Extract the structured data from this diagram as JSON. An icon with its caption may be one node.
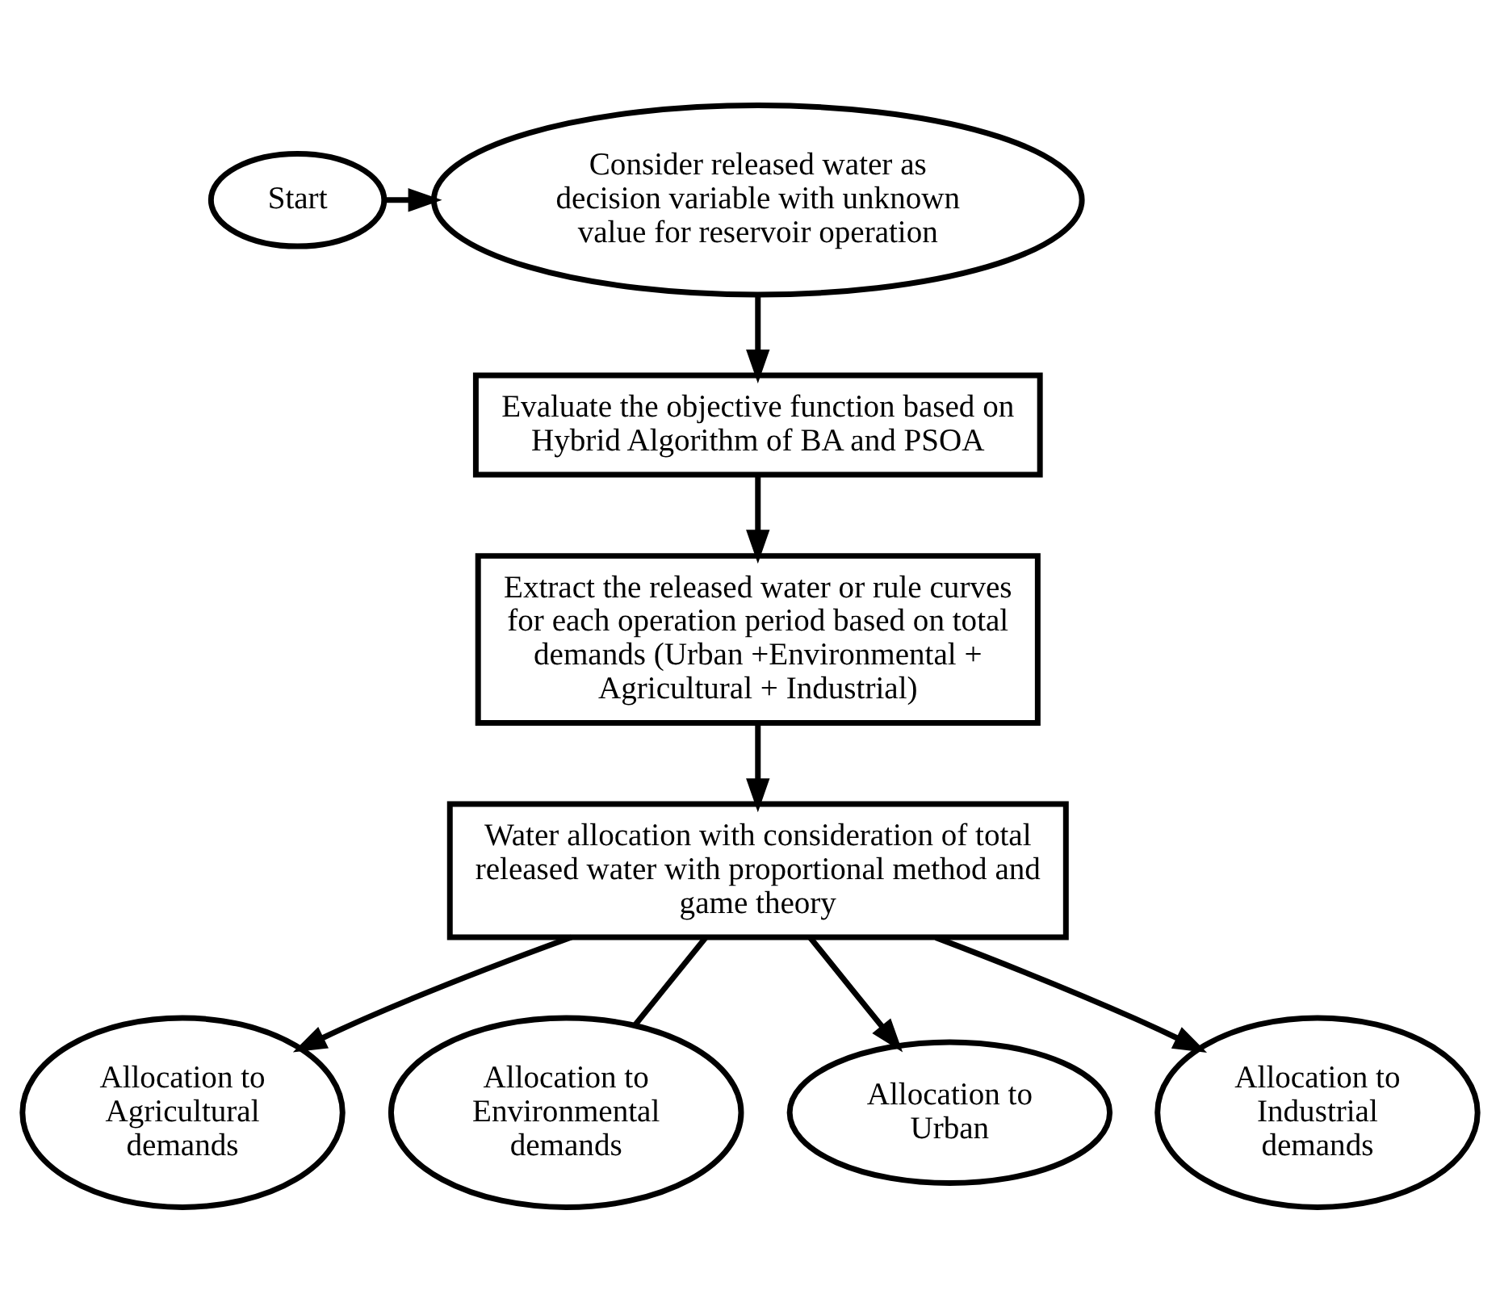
{
  "diagram": {
    "nodes": [
      {
        "text": [
          "Start"
        ]
      },
      {
        "text": [
          "Consider released water as decision variable with unknown value for reservoir operation"
        ]
      },
      {
        "text": [
          "Evaluate the objective function based on Hybrid Algorithm of BA and PSOA"
        ]
      },
      {
        "text": [
          "Extract the released water or rule curves for each operation period based on total demands (Urban +Environmental + Agricultural + Industrial)"
        ]
      },
      {
        "text": [
          "Water allocation with consideration of total released water with proportional method and game theory"
        ]
      },
      {
        "text": [
          "Allocation to Agricultural demands"
        ]
      },
      {
        "text": [
          "Allocation to Environmental demands"
        ]
      },
      {
        "text": [
          "Allocation to Urban"
        ]
      },
      {
        "text": [
          "Allocation to Industrial demands"
        ]
      }
    ],
    "edges": [
      {
        "from": 0,
        "to": 1,
        "arrow": "to"
      },
      {
        "from": 1,
        "to": 2,
        "arrow": "to"
      },
      {
        "from": 2,
        "to": 3,
        "arrow": "to"
      },
      {
        "from": 3,
        "to": 4,
        "arrow": "to"
      },
      {
        "from": 4,
        "to": 5,
        "arrow": "to"
      },
      {
        "from": 4,
        "to": 6,
        "arrow": "none"
      },
      {
        "from": 4,
        "to": 7,
        "arrow": "to"
      },
      {
        "from": 4,
        "to": 8,
        "arrow": "to"
      }
    ]
  }
}
